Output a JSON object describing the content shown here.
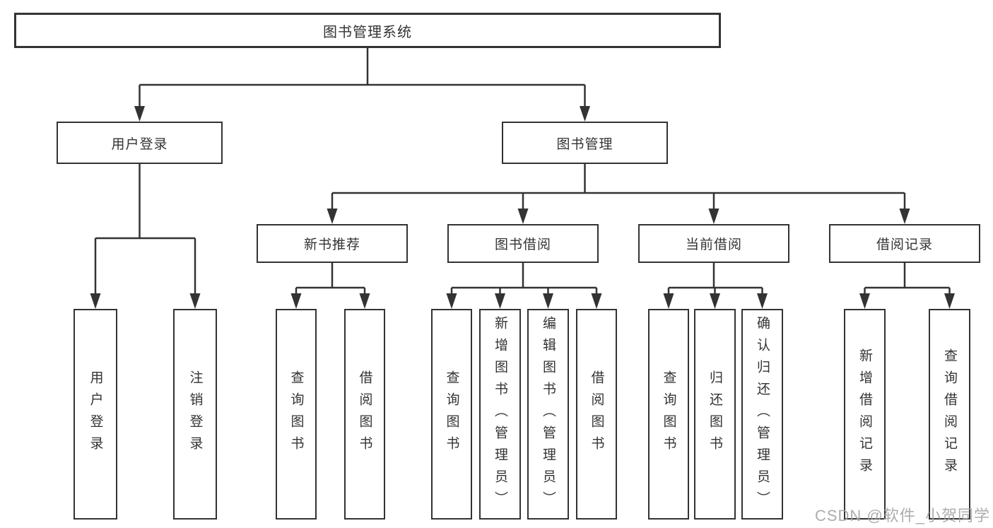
{
  "tree": {
    "root": {
      "label": "图书管理系统",
      "children": [
        {
          "label": "用户登录",
          "children": [
            {
              "label": "用户登录"
            },
            {
              "label": "注销登录"
            }
          ]
        },
        {
          "label": "图书管理",
          "children": [
            {
              "label": "新书推荐",
              "children": [
                {
                  "label": "查询图书"
                },
                {
                  "label": "借阅图书"
                }
              ]
            },
            {
              "label": "图书借阅",
              "children": [
                {
                  "label": "查询图书"
                },
                {
                  "label": "新增图书（管理员）"
                },
                {
                  "label": "编辑图书（管理员）"
                },
                {
                  "label": "借阅图书"
                }
              ]
            },
            {
              "label": "当前借阅",
              "children": [
                {
                  "label": "查询图书"
                },
                {
                  "label": "归还图书"
                },
                {
                  "label": "确认归还（管理员）"
                }
              ]
            },
            {
              "label": "借阅记录",
              "children": [
                {
                  "label": "新增借阅记录"
                },
                {
                  "label": "查询借阅记录"
                }
              ]
            }
          ]
        }
      ]
    }
  },
  "colors": {
    "line": "#333333",
    "box_border": "#333333",
    "text": "#333333",
    "watermark": "#a4a4a4"
  },
  "watermark": "CSDN @软件_小贺同学"
}
